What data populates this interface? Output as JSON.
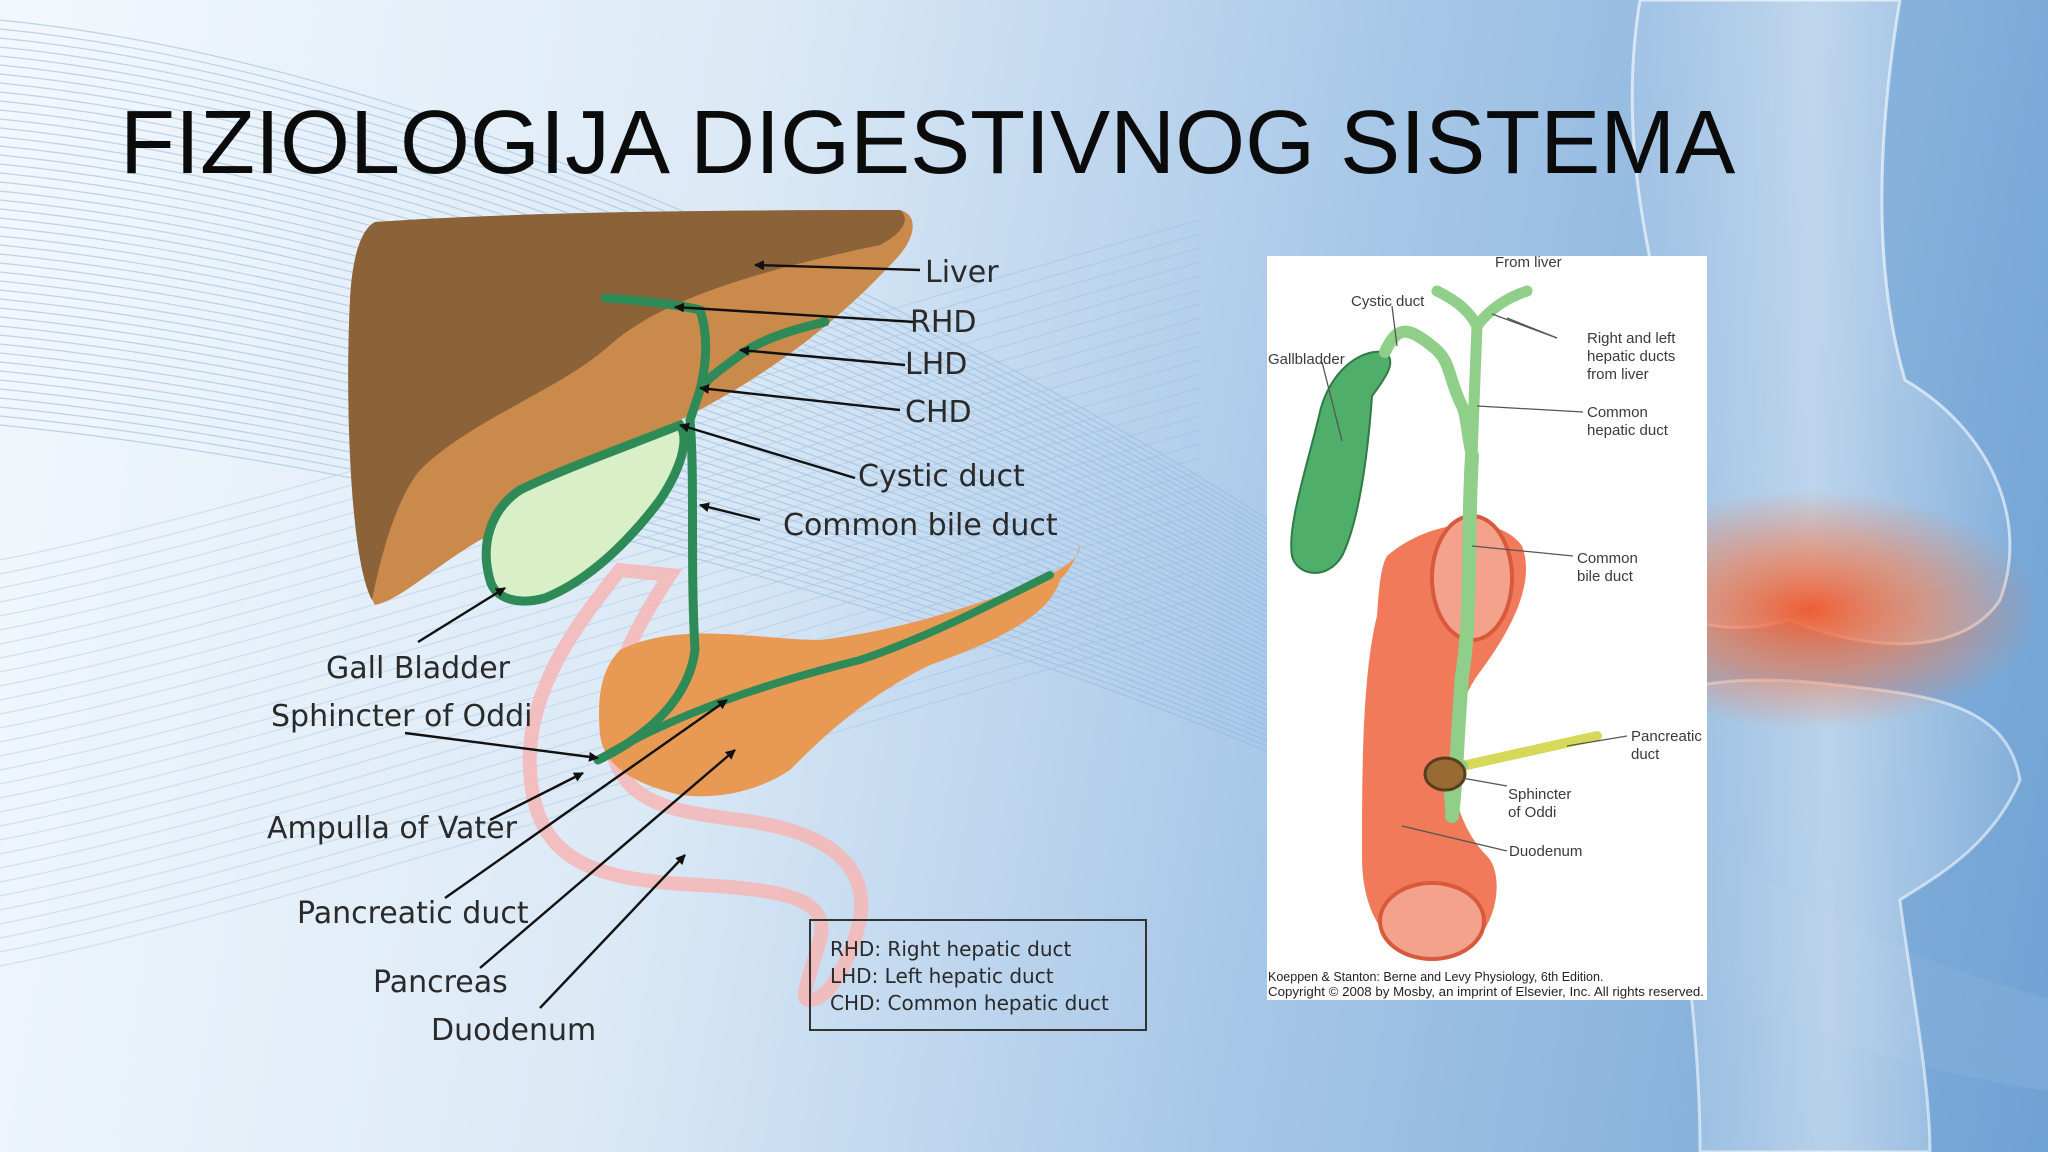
{
  "title": "FIZIOLOGIJA DIGESTIVNOG SISTEMA",
  "left_diagram": {
    "labels": {
      "liver": "Liver",
      "rhd": "RHD",
      "lhd": "LHD",
      "chd": "CHD",
      "cystic_duct": "Cystic duct",
      "common_bile_duct": "Common bile duct",
      "gall_bladder": "Gall Bladder",
      "sphincter_of_oddi": "Sphincter of Oddi",
      "ampulla_of_vater": "Ampulla of Vater",
      "pancreatic_duct": "Pancreatic duct",
      "pancreas": "Pancreas",
      "duodenum": "Duodenum"
    },
    "legend": [
      "RHD: Right hepatic duct",
      "LHD: Left hepatic duct",
      "CHD: Common hepatic duct"
    ]
  },
  "right_diagram": {
    "labels": {
      "from_liver": "From liver",
      "cystic_duct": "Cystic duct",
      "gallbladder": "Gallbladder",
      "hepatic_ducts": [
        "Right and left",
        "hepatic ducts",
        "from liver"
      ],
      "common_hepatic_duct": [
        "Common",
        "hepatic duct"
      ],
      "common_bile_duct": [
        "Common",
        "bile duct"
      ],
      "pancreatic_duct": [
        "Pancreatic",
        "duct"
      ],
      "sphincter_of_oddi": [
        "Sphincter",
        "of Oddi"
      ],
      "duodenum": "Duodenum"
    },
    "caption": [
      "Koeppen & Stanton: Berne and Levy Physiology, 6th Edition.",
      "Copyright © 2008 by Mosby, an imprint of Elsevier, Inc. All rights reserved."
    ]
  },
  "colors": {
    "liver_dark": "#8c6239",
    "liver_light": "#c98a4c",
    "duct_green": "#2e8b57",
    "gallbladder_fill": "#d8efc8",
    "pancreas": "#e89a55",
    "duodenum_outline": "#f4b9b9",
    "duodenum_right": "#f07a5a",
    "inflammation": "#f0582b"
  }
}
